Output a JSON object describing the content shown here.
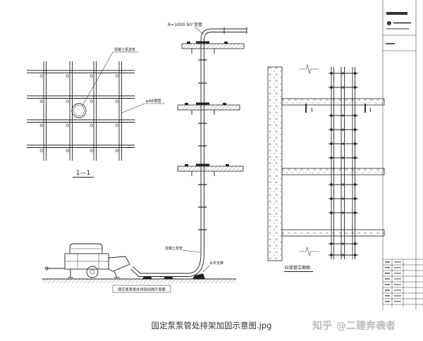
{
  "section_view": {
    "title": "1—1",
    "pump_pipe_label": "混凝土泵送管",
    "steel_pipe_label": "φ48钢管"
  },
  "pipe_elevation": {
    "elbow_label": "R=1000 90°弯管",
    "pump_pipe_label": "混凝土泵管",
    "support_label": "水平支撑",
    "caption": "固定泵泵管处排架加固示意图"
  },
  "building_elevation": {
    "section_mark_left": "1",
    "section_mark_right": "1",
    "caption": "砼泵管立面图"
  },
  "image_caption": "固定泵泵管处排架加固示意图.jpg",
  "watermark": {
    "platform": "知乎",
    "author": "@二建奔袭者"
  },
  "colors": {
    "line": "#222222",
    "caption": "#333333",
    "watermark": "#bdbdbd",
    "background": "#ffffff"
  }
}
